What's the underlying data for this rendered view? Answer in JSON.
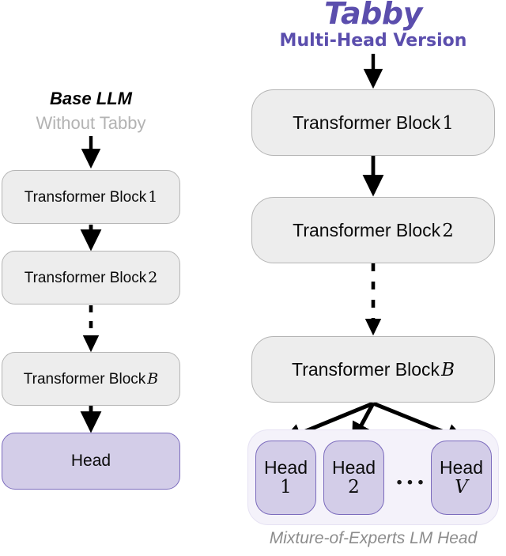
{
  "figure": {
    "background": "#ffffff",
    "accent_purple": "#5b4ead",
    "node_gray_fill": "#ededed",
    "node_gray_border": "#b5b5b5",
    "node_purple_fill": "#d3cde8",
    "node_purple_border": "#7b6bbd",
    "muted_gray": "#b3b3b3",
    "caption_gray": "#8c8c8c"
  },
  "left_panel": {
    "title": "Base LLM",
    "subtitle": "Without Tabby",
    "blocks": [
      {
        "prefix": "Transformer Block",
        "index": "1",
        "index_style": "number"
      },
      {
        "prefix": "Transformer Block",
        "index": "2",
        "index_style": "number"
      },
      {
        "prefix": "Transformer Block",
        "index": "B",
        "index_style": "math-italic"
      }
    ],
    "head": {
      "label": "Head"
    },
    "connectors": [
      {
        "from": "Transformer Block 1",
        "to": "Transformer Block 2",
        "style": "solid"
      },
      {
        "from": "Transformer Block 2",
        "to": "Transformer Block B",
        "style": "dashed"
      },
      {
        "from": "Transformer Block B",
        "to": "Head",
        "style": "solid"
      }
    ]
  },
  "right_panel": {
    "title": "Tabby",
    "subtitle": "Multi-Head Version",
    "blocks": [
      {
        "prefix": "Transformer Block",
        "index": "1",
        "index_style": "number"
      },
      {
        "prefix": "Transformer Block",
        "index": "2",
        "index_style": "number"
      },
      {
        "prefix": "Transformer Block",
        "index": "B",
        "index_style": "math-italic"
      }
    ],
    "moe": {
      "caption": "Mixture-of-Experts LM Head",
      "ellipsis": "...",
      "heads": [
        {
          "label": "Head",
          "index": "1",
          "index_style": "number"
        },
        {
          "label": "Head",
          "index": "2",
          "index_style": "number"
        },
        {
          "label": "Head",
          "index": "V",
          "index_style": "math-italic"
        }
      ]
    },
    "connectors": [
      {
        "from": "Transformer Block 1",
        "to": "Transformer Block 2",
        "style": "solid"
      },
      {
        "from": "Transformer Block 2",
        "to": "Transformer Block B",
        "style": "dashed"
      },
      {
        "from": "Transformer Block B",
        "to": "Head 1",
        "style": "solid-branch"
      },
      {
        "from": "Transformer Block B",
        "to": "Head 2",
        "style": "solid-branch"
      },
      {
        "from": "Transformer Block B",
        "to": "Head V",
        "style": "solid-branch"
      }
    ]
  }
}
